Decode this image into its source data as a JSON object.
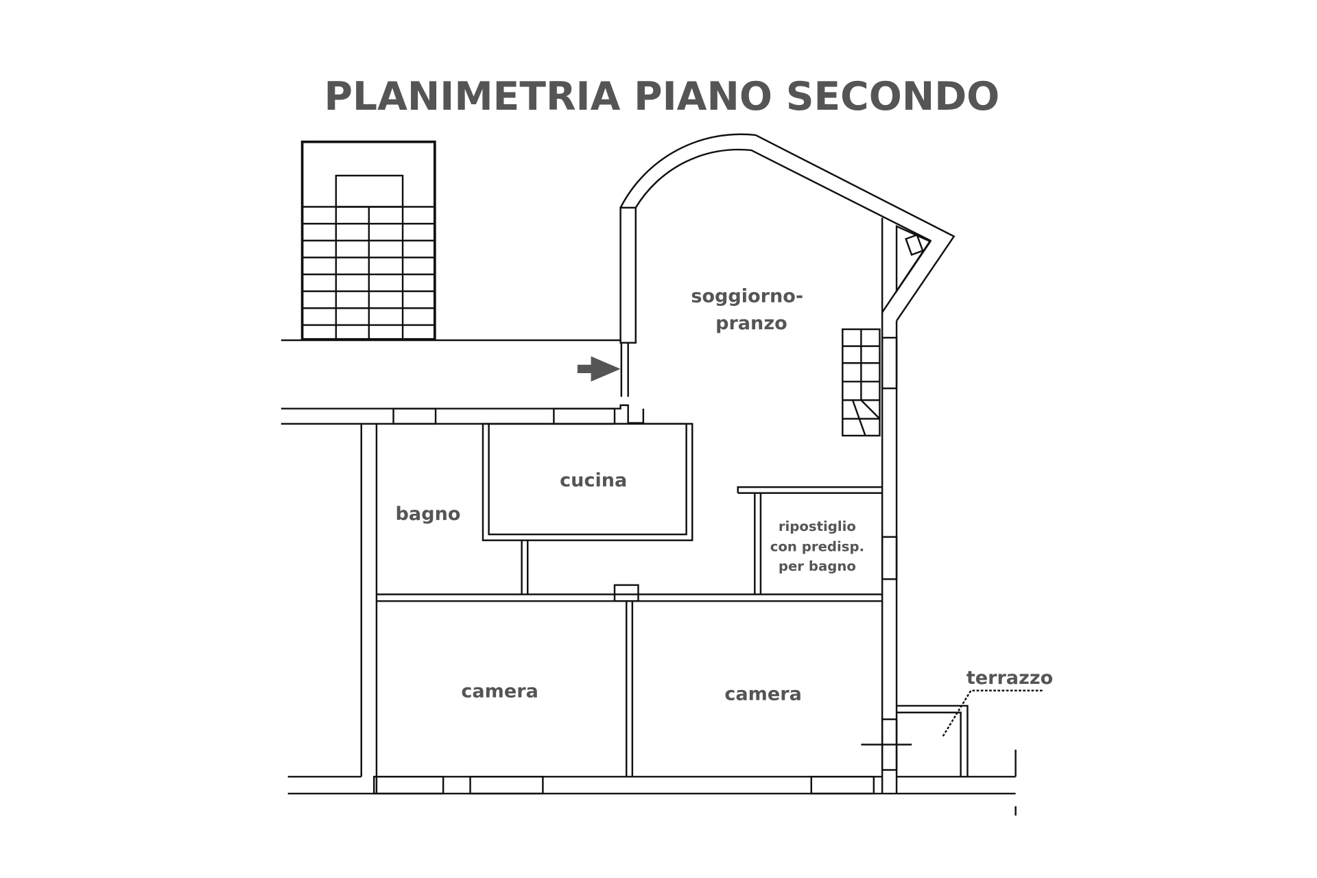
{
  "title": "PLANIMETRIA PIANO SECONDO",
  "rooms": {
    "soggiorno_line1": "soggiorno-",
    "soggiorno_line2": "pranzo",
    "cucina": "cucina",
    "bagno": "bagno",
    "ripostiglio_line1": "ripostiglio",
    "ripostiglio_line2": "con predisp.",
    "ripostiglio_line3": "per bagno",
    "camera_left": "camera",
    "camera_right": "camera",
    "terrazzo": "terrazzo"
  },
  "icons": {
    "entrance": "arrow-right-icon"
  },
  "colors": {
    "text": "#555555",
    "lines": "#111111"
  }
}
